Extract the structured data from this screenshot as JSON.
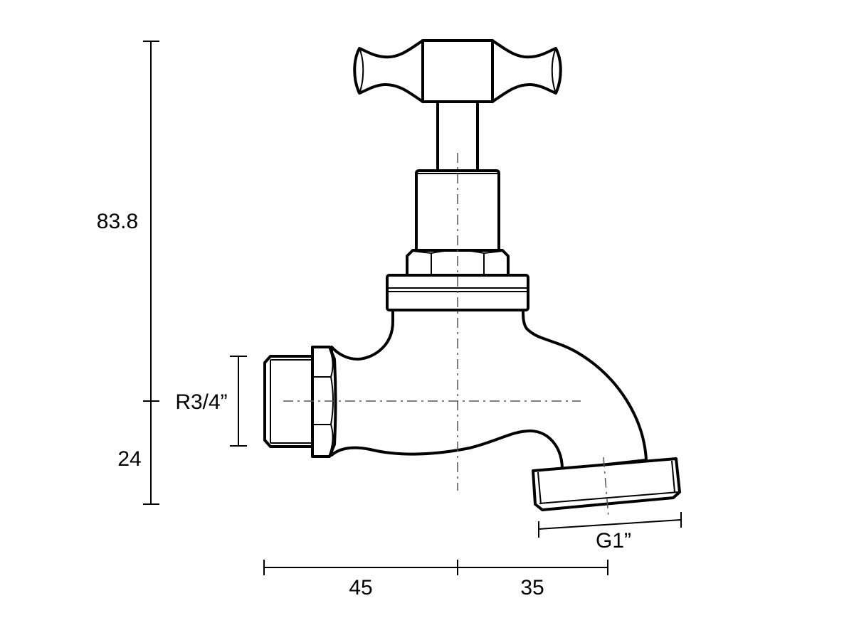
{
  "drawing": {
    "subject": "tap",
    "line_color": "#000000",
    "centerline_color": "#555555",
    "background": "#ffffff"
  },
  "dimensions": {
    "overall_height": "83.8",
    "inlet_axis_height": "24",
    "inlet_thread": "R3/4”",
    "outlet_thread": "G1”",
    "inlet_to_axis": "45",
    "axis_to_outlet": "35"
  }
}
